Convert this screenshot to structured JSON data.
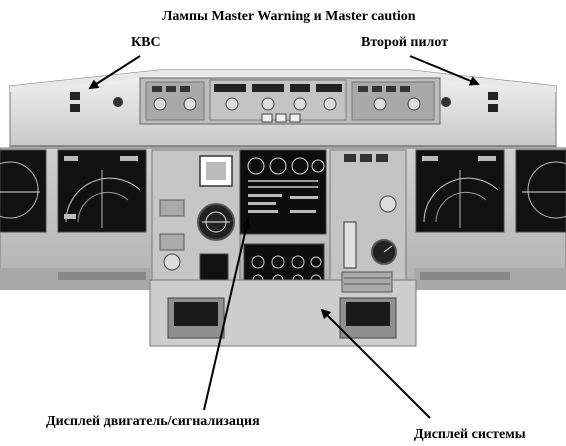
{
  "labels": {
    "title": "Лампы Master Warning и Master caution",
    "captain": "КВС",
    "first_officer": "Второй пилот",
    "engine_warning_display": "Дисплей двигатель/сигнализация",
    "system_display": "Дисплей системы"
  }
}
